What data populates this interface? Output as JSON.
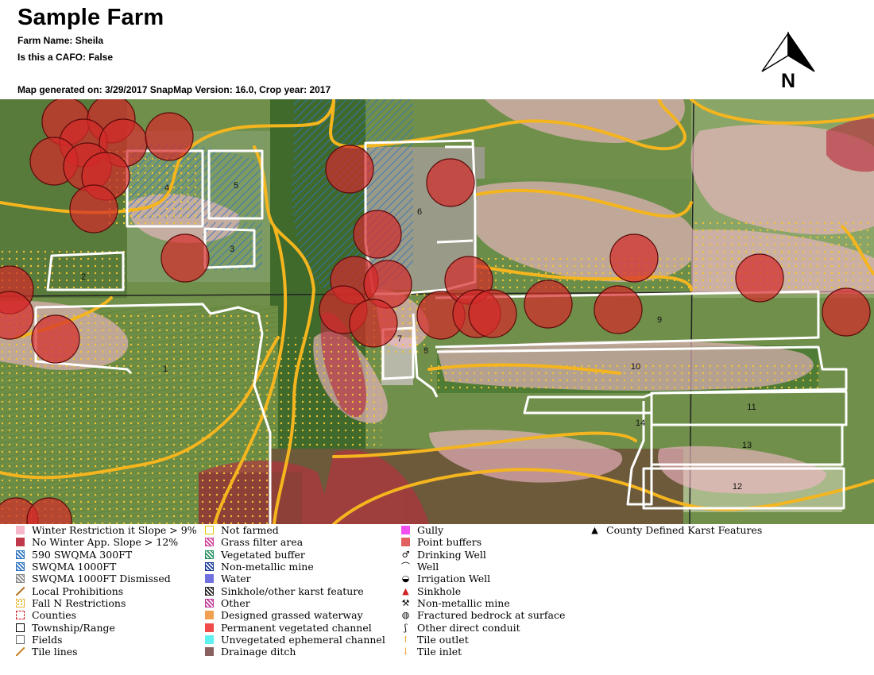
{
  "header": {
    "title": "Sample Farm",
    "farm_name": "Farm Name: Sheila",
    "cafo": "Is this a CAFO: False",
    "generated": "Map generated on: 3/29/2017 SnapMap Version: 16.0, Crop year: 2017"
  },
  "compass": {
    "label": "N"
  },
  "fields": [
    {
      "id": "1",
      "label": "1"
    },
    {
      "id": "2",
      "label": "2"
    },
    {
      "id": "3",
      "label": "3"
    },
    {
      "id": "4",
      "label": "4"
    },
    {
      "id": "5",
      "label": "5"
    },
    {
      "id": "6",
      "label": "6"
    },
    {
      "id": "7",
      "label": "7"
    },
    {
      "id": "8",
      "label": "8"
    },
    {
      "id": "9",
      "label": "9"
    },
    {
      "id": "10",
      "label": "10"
    },
    {
      "id": "11",
      "label": "11"
    },
    {
      "id": "12",
      "label": "12"
    },
    {
      "id": "13",
      "label": "13"
    },
    {
      "id": "14",
      "label": "14"
    }
  ],
  "legend": {
    "col1": [
      {
        "label": "Winter Restriction it Slope > 9%",
        "icon": "fill",
        "color": "#f4b8c8"
      },
      {
        "label": "No Winter App. Slope > 12%",
        "icon": "fill",
        "color": "#c0394a"
      },
      {
        "label": "590 SWQMA 300FT",
        "icon": "hatch",
        "color": "#2f74c0"
      },
      {
        "label": "SWQMA 1000FT",
        "icon": "hatch",
        "color": "#2f74c0"
      },
      {
        "label": "SWQMA 1000FT Dismissed",
        "icon": "hatch",
        "color": "#888888"
      },
      {
        "label": "Local Prohibitions",
        "icon": "line",
        "color": "#b4762c"
      },
      {
        "label": "Fall N Restrictions",
        "icon": "dots",
        "color": "#e6b020"
      },
      {
        "label": "Counties",
        "icon": "dashed",
        "color": "#d0202a"
      },
      {
        "label": "Township/Range",
        "icon": "outline",
        "color": "#000000"
      },
      {
        "label": "Fields",
        "icon": "outline-thin",
        "color": "#666666"
      },
      {
        "label": "Tile lines",
        "icon": "line",
        "color": "#c8872a"
      }
    ],
    "col2": [
      {
        "label": "Not farmed",
        "icon": "outline",
        "color": "#e8c400"
      },
      {
        "label": "Grass filter area",
        "icon": "hatch",
        "color": "#d0409a"
      },
      {
        "label": "Vegetated buffer",
        "icon": "hatch",
        "color": "#2a9060"
      },
      {
        "label": "Non-metallic mine",
        "icon": "hatch",
        "color": "#1b3c9a"
      },
      {
        "label": "Water",
        "icon": "fill",
        "color": "#7070e0"
      },
      {
        "label": "Sinkhole/other karst feature",
        "icon": "hatch",
        "color": "#222222"
      },
      {
        "label": "Other",
        "icon": "hatch",
        "color": "#c03a9a"
      },
      {
        "label": "Designed grassed waterway",
        "icon": "fill",
        "color": "#f0a050"
      },
      {
        "label": "Permanent vegetated channel",
        "icon": "fill",
        "color": "#f04a4a"
      },
      {
        "label": "Unvegetated ephemeral channel",
        "icon": "fill",
        "color": "#5ff0f0"
      },
      {
        "label": "Drainage ditch",
        "icon": "fill",
        "color": "#8a6060"
      }
    ],
    "col3": [
      {
        "label": "Gully",
        "icon": "fill",
        "color": "#f050f0"
      },
      {
        "label": "Point buffers",
        "icon": "fill",
        "color": "#e26060"
      },
      {
        "label": "Drinking Well",
        "icon": "glyph",
        "glyph": "♂"
      },
      {
        "label": "Well",
        "icon": "glyph",
        "glyph": "⌒"
      },
      {
        "label": "Irrigation Well",
        "icon": "glyph",
        "glyph": "◒"
      },
      {
        "label": "Sinkhole",
        "icon": "glyph",
        "glyph": "▲",
        "color": "#d01f1f"
      },
      {
        "label": "Non-metallic mine",
        "icon": "glyph",
        "glyph": "⚒"
      },
      {
        "label": "Fractured bedrock at surface",
        "icon": "glyph",
        "glyph": "◍"
      },
      {
        "label": "Other direct conduit",
        "icon": "glyph",
        "glyph": "ʃ"
      },
      {
        "label": "Tile outlet",
        "icon": "glyph",
        "glyph": "↑",
        "color": "#f0a020"
      },
      {
        "label": "Tile inlet",
        "icon": "glyph",
        "glyph": "↓",
        "color": "#f0a020"
      }
    ],
    "col4": [
      {
        "label": "County Defined Karst Features",
        "icon": "glyph",
        "glyph": "▲"
      }
    ]
  },
  "colors": {
    "winter_restriction": "#f4b8c8",
    "no_winter": "#c0394a",
    "point_buffer": "#d42a2a",
    "fall_n": "#f5c030",
    "field_outline": "#ffffff",
    "swqma": "#2f74c0"
  }
}
